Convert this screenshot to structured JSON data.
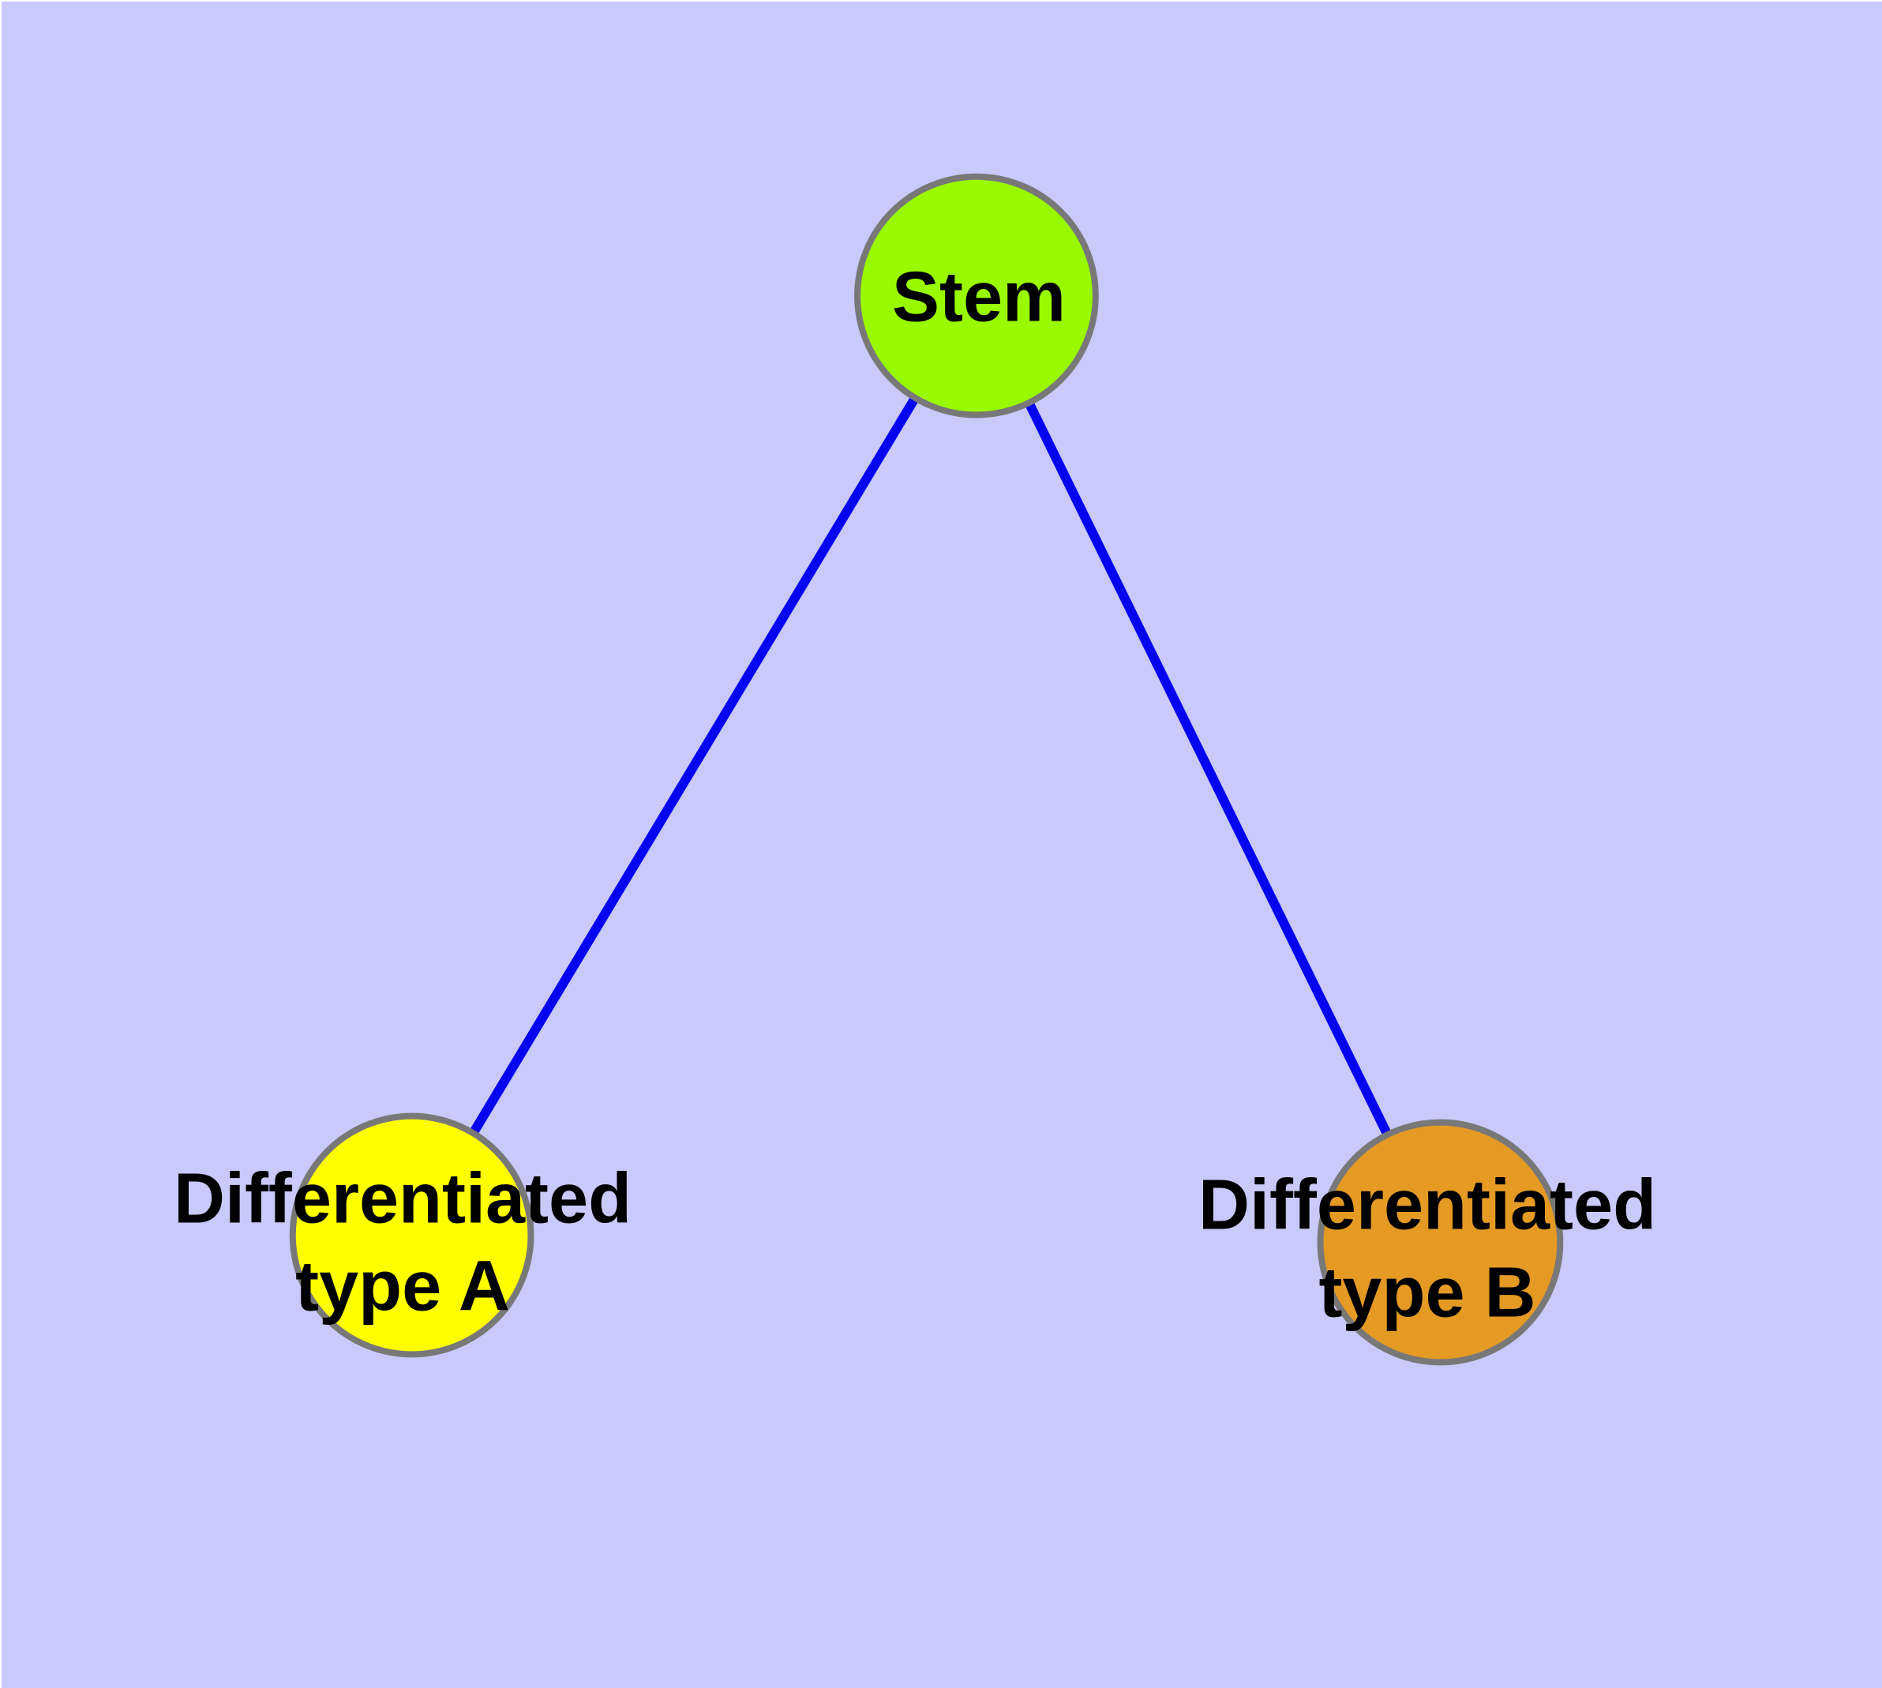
{
  "diagram": {
    "background_color": "#C9C9FA",
    "edge_color": "#0404EE",
    "node_outline_color": "#787878",
    "label_color": "#000000",
    "nodes": {
      "stem": {
        "label": "Stem",
        "fill": "#99FA00"
      },
      "type_a": {
        "label_line1": "Differentiated",
        "label_line2": "type A",
        "fill": "#FFFF00"
      },
      "type_b": {
        "label_line1": "Differentiated",
        "label_line2": "type B",
        "fill": "#E59A24"
      }
    },
    "edges": [
      {
        "from": "Stem",
        "to": "Differentiated type A"
      },
      {
        "from": "Stem",
        "to": "Differentiated type B"
      }
    ]
  }
}
